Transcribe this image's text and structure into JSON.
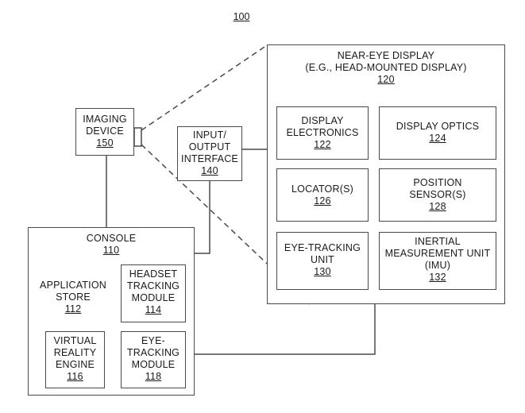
{
  "figure": {
    "number": "100"
  },
  "blocks": {
    "near_eye_display": {
      "lines": [
        "NEAR-EYE DISPLAY",
        "(E.G., HEAD-MOUNTED DISPLAY)"
      ],
      "ref": "120"
    },
    "display_electronics": {
      "lines": [
        "DISPLAY",
        "ELECTRONICS"
      ],
      "ref": "122"
    },
    "display_optics": {
      "lines": [
        "DISPLAY OPTICS"
      ],
      "ref": "124"
    },
    "locators": {
      "lines": [
        "LOCATOR(S)"
      ],
      "ref": "126"
    },
    "position_sensors": {
      "lines": [
        "POSITION",
        "SENSOR(S)"
      ],
      "ref": "128"
    },
    "eye_tracking_unit": {
      "lines": [
        "EYE-TRACKING",
        "UNIT"
      ],
      "ref": "130"
    },
    "imu": {
      "lines": [
        "INERTIAL",
        "MEASUREMENT UNIT",
        "(IMU)"
      ],
      "ref": "132"
    },
    "imaging_device": {
      "lines": [
        "IMAGING",
        "DEVICE"
      ],
      "ref": "150"
    },
    "io_interface": {
      "lines": [
        "INPUT/",
        "OUTPUT",
        "INTERFACE"
      ],
      "ref": "140"
    },
    "console": {
      "lines": [
        "CONSOLE"
      ],
      "ref": "110"
    },
    "application_store": {
      "lines": [
        "APPLICATION",
        "STORE"
      ],
      "ref": "112"
    },
    "headset_tracking": {
      "lines": [
        "HEADSET",
        "TRACKING",
        "MODULE"
      ],
      "ref": "114"
    },
    "vr_engine": {
      "lines": [
        "VIRTUAL",
        "REALITY",
        "ENGINE"
      ],
      "ref": "116"
    },
    "eye_tracking_module": {
      "lines": [
        "EYE-",
        "TRACKING",
        "MODULE"
      ],
      "ref": "118"
    }
  }
}
